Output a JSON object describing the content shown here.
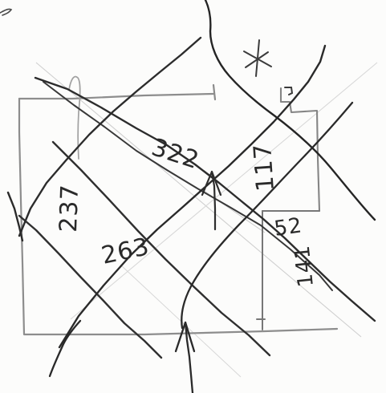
{
  "sketch": {
    "labels": {
      "top_diagonal": "322",
      "left_vertical": "237",
      "lower_left_diagonal": "263",
      "right_vertical": "117",
      "right_box_width": "52",
      "right_lower_vertical": "141"
    },
    "marks": {
      "star": "star-icon",
      "up_arrow": "arrow-up-icon",
      "corner_mark": "corner-glyph"
    },
    "colors": {
      "ink": "#2a2a2a",
      "pencil": "#8a8a8a",
      "pencil_light": "#c9c9c9",
      "paper": "#fcfcfb"
    }
  }
}
